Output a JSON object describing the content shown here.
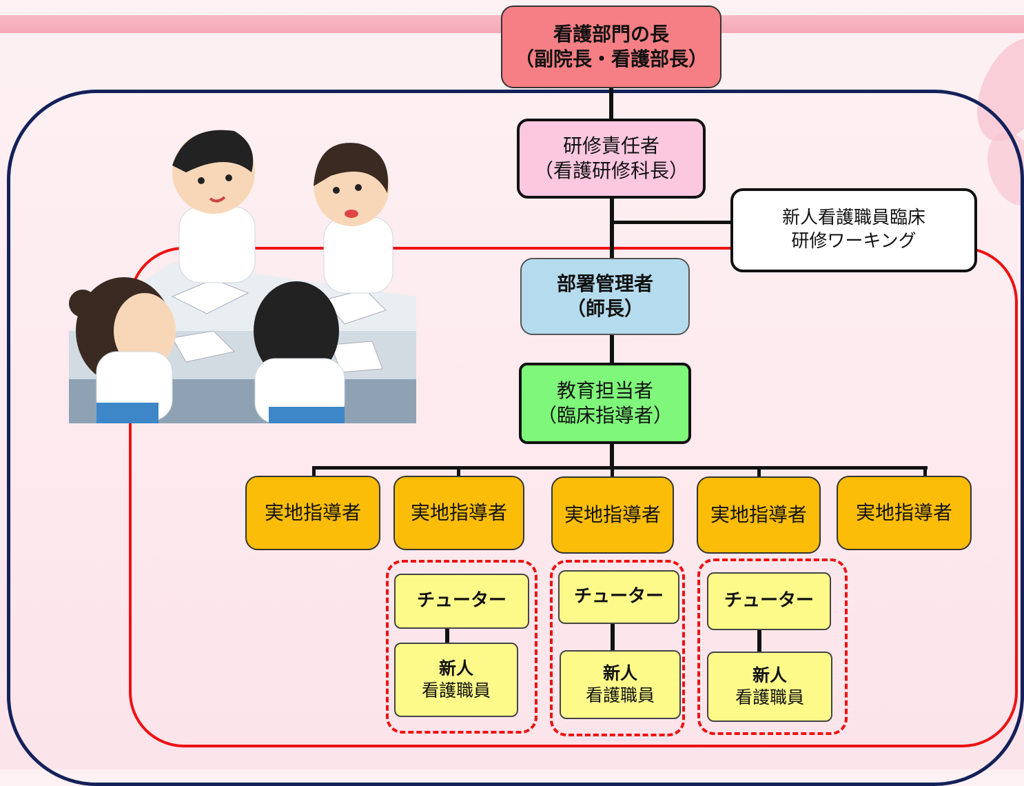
{
  "diagram": {
    "head": {
      "line1": "看護部門の長",
      "line2": "（副院長・看護部長）"
    },
    "training_lead": {
      "line1": "研修責任者",
      "line2": "（看護研修科長）"
    },
    "working_group": {
      "line1": "新人看護職員臨床",
      "line2": "研修ワーキング"
    },
    "dept_manager": {
      "line1": "部署管理者",
      "line2": "（師長）"
    },
    "educator": {
      "line1": "教育担当者",
      "line2": "（臨床指導者）"
    },
    "practical_instructors": [
      "実地指導者",
      "実地指導者",
      "実地指導者",
      "実地指導者",
      "実地指導者"
    ],
    "tutor_groups": [
      {
        "tutor": "チューター",
        "new_line1": "新人",
        "new_line2": "看護職員"
      },
      {
        "tutor": "チューター",
        "new_line1": "新人",
        "new_line2": "看護職員"
      },
      {
        "tutor": "チューター",
        "new_line1": "新人",
        "new_line2": "看護職員"
      }
    ]
  },
  "colors": {
    "head": "#f57f84",
    "training_lead": "#fbc8e0",
    "dept_manager": "#b5dcee",
    "educator": "#7ff77a",
    "instructor": "#fbbd08",
    "tutor": "#fdfa8a",
    "frame_outer": "#14215a",
    "frame_inner": "#ee1111"
  }
}
